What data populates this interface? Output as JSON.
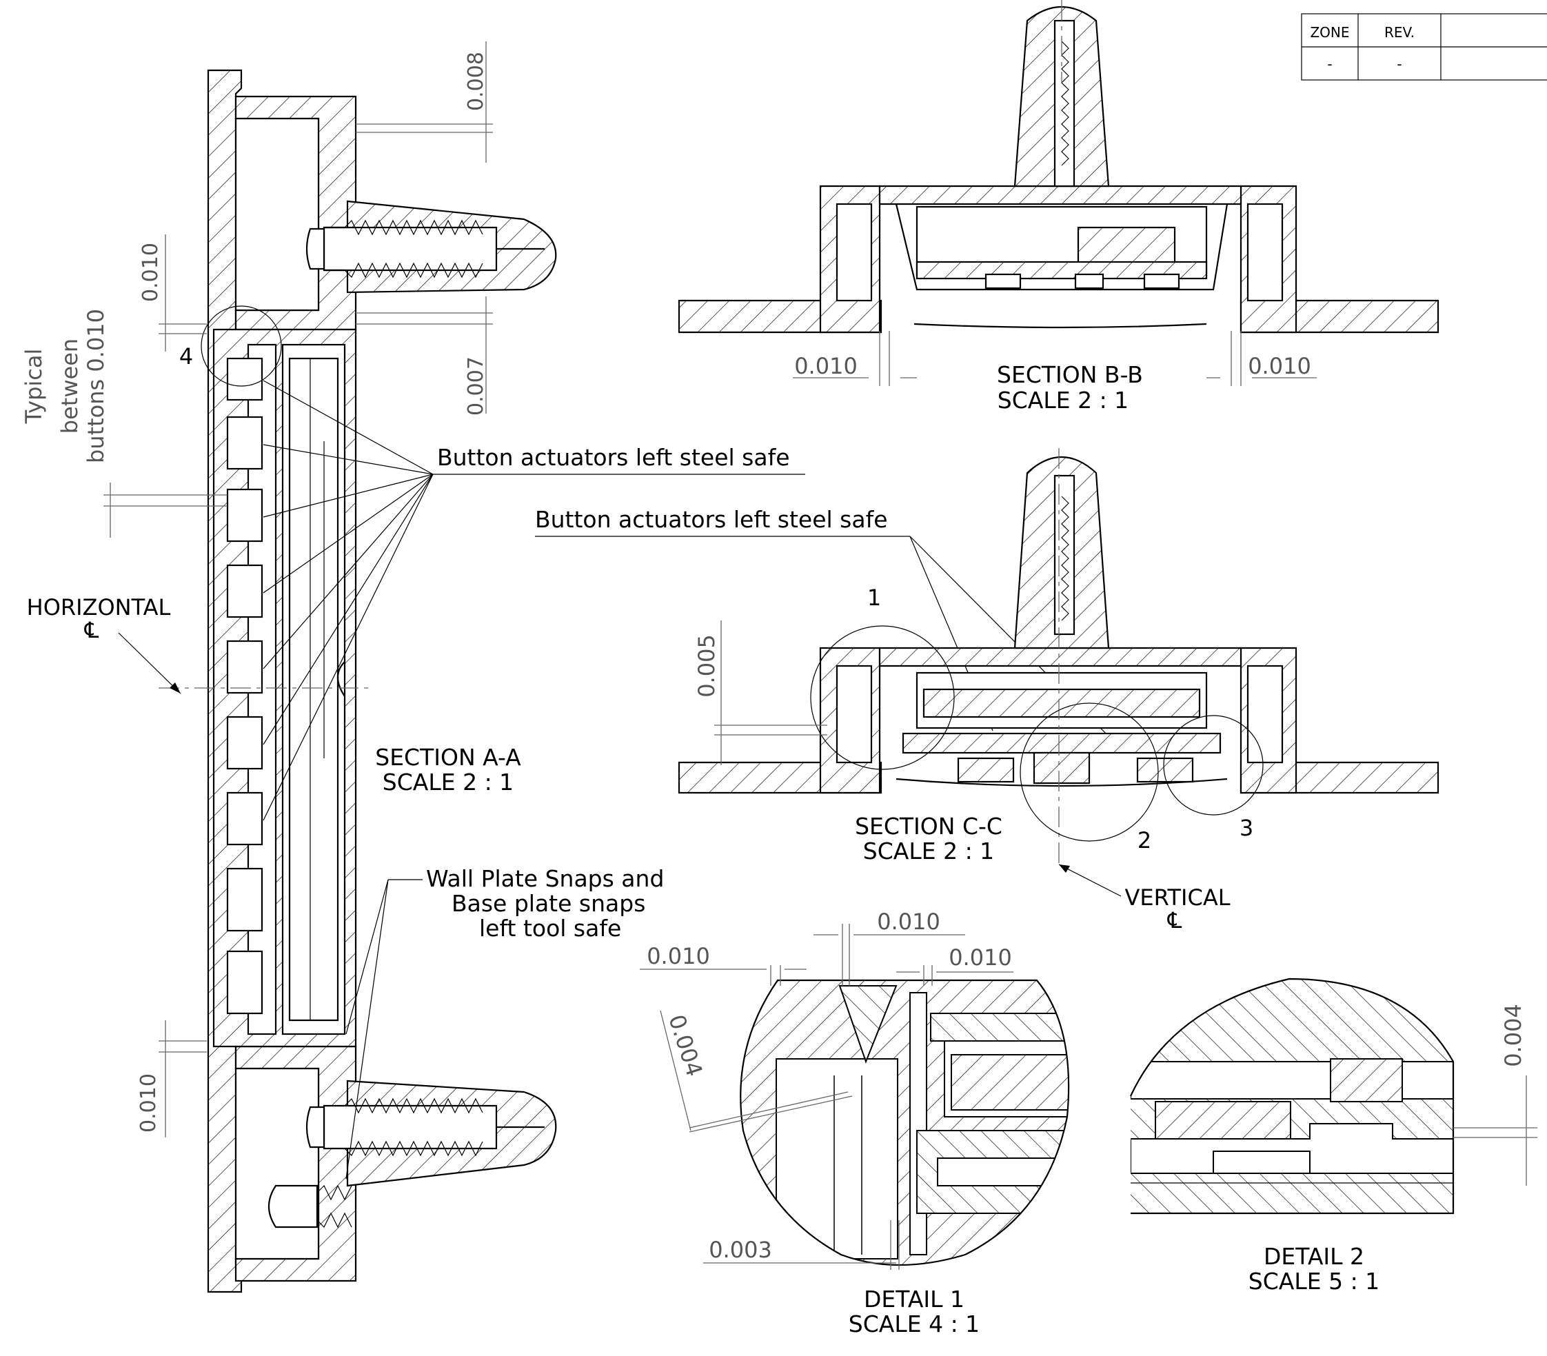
{
  "title_block": {
    "headers": [
      "ZONE",
      "REV."
    ],
    "values": [
      "-",
      "-"
    ]
  },
  "views": {
    "section_aa": {
      "title": "SECTION A-A",
      "scale": "SCALE 2 : 1"
    },
    "section_bb": {
      "title": "SECTION B-B",
      "scale": "SCALE 2 : 1"
    },
    "section_cc": {
      "title": "SECTION C-C",
      "scale": "SCALE 2 : 1"
    },
    "detail_1": {
      "title": "DETAIL 1",
      "scale": "SCALE 4 : 1"
    },
    "detail_2": {
      "title": "DETAIL 2",
      "scale": "SCALE 5 : 1"
    }
  },
  "annotations": {
    "button_actuators_1": "Button actuators left steel safe",
    "button_actuators_2": "Button actuators left steel safe",
    "snaps_line1": "Wall Plate Snaps and",
    "snaps_line2": "Base plate snaps",
    "snaps_line3": "left tool safe",
    "horizontal": "HORIZONTAL",
    "vertical": "VERTICAL",
    "centerline_symbol": "℄",
    "typical_line1": "Typical",
    "typical_line2": "between",
    "typical_line3": "buttons  0.010"
  },
  "detail_markers": [
    "1",
    "2",
    "3",
    "4"
  ],
  "dimensions": {
    "aa_top": "0.008",
    "aa_left_upper": "0.010",
    "aa_mid": "0.007",
    "aa_left_lower": "0.010",
    "bb_left": "0.010",
    "bb_right": "0.010",
    "cc_left": "0.005",
    "d1_top": "0.010",
    "d1_left": "0.010",
    "d1_right": "0.010",
    "d1_diag": "0.004",
    "d1_bottom": "0.003",
    "d2_right": "0.004"
  }
}
